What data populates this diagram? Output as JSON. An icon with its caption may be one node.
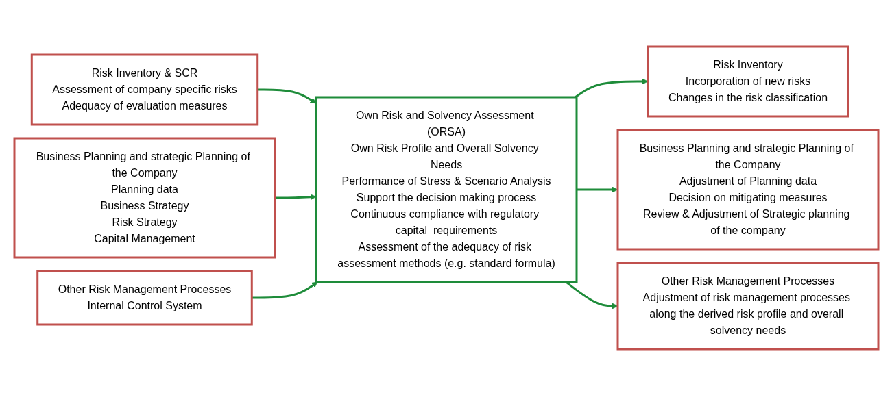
{
  "diagram": {
    "nodes": [
      {
        "text": [
          "Risk Inventory & SCR",
          "Assessment of  company specific risks",
          "Adequacy of evaluation measures"
        ]
      },
      {
        "text": [
          "Business Planning and strategic Planning of the Company",
          "Planning data",
          "Business Strategy",
          "Risk Strategy",
          "Capital Management"
        ]
      },
      {
        "text": [
          "Other Risk Management  Processes",
          "Internal Control System"
        ]
      },
      {
        "text": [
          "Own Risk and Solvency Assessment (ORSA)",
          "Own Risk Profile and Overall Solvency Needs",
          "Performance of Stress & Scenario Analysis",
          "Support the decision making process",
          "Continuous compliance with regulatory capital  requirements",
          "Assessment of the adequacy of risk assessment methods (e.g. standard formula)"
        ]
      },
      {
        "text": [
          "Risk Inventory",
          "Incorporation of new risks",
          " Changes in the risk classification"
        ]
      },
      {
        "text": [
          "Business Planning and strategic Planning of the Company",
          "Adjustment of Planning data",
          "Decision on mitigating measures",
          "Review & Adjustment of Strategic planning of the company"
        ]
      },
      {
        "text": [
          "Other Risk Management Processes",
          "Adjustment of risk management processes along the derived risk profile and overall solvency needs"
        ]
      }
    ],
    "edges": [
      {
        "from": 0,
        "to": 3,
        "arrow": "to"
      },
      {
        "from": 1,
        "to": 3,
        "arrow": "to"
      },
      {
        "from": 2,
        "to": 3,
        "arrow": "to"
      },
      {
        "from": 3,
        "to": 4,
        "arrow": "to"
      },
      {
        "from": 3,
        "to": 5,
        "arrow": "to"
      },
      {
        "from": 3,
        "to": 6,
        "arrow": "to"
      }
    ]
  }
}
